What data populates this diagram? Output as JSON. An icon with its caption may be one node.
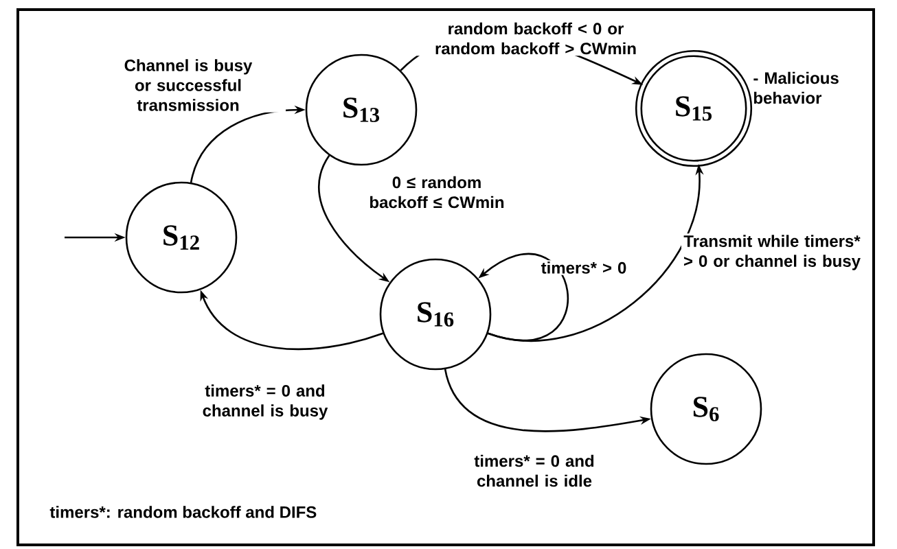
{
  "diagram": {
    "nodes": [
      {
        "text": [
          "S$_{12}$"
        ]
      },
      {
        "text": [
          "S$_{13}$"
        ]
      },
      {
        "text": [
          "S$_{15}$"
        ],
        "beside": [
          "- Malicious behavior"
        ]
      },
      {
        "text": [
          "S$_{16}$"
        ]
      },
      {
        "text": [
          "S$_{6}$"
        ]
      }
    ],
    "edges": [
      {
        "from": null,
        "to": 0,
        "arrow": "to"
      },
      {
        "from": 0,
        "to": 1,
        "arrow": "to",
        "label": "Channel is busy or successful transmission"
      },
      {
        "from": 1,
        "to": 2,
        "arrow": "to",
        "label": "random backoff < 0 or random backoff > CWmin"
      },
      {
        "from": 1,
        "to": 3,
        "arrow": "to",
        "label": "0 ≤ random backoff ≤ CWmin"
      },
      {
        "from": 3,
        "to": 3,
        "arrow": "to",
        "label": "timers* > 0"
      },
      {
        "from": 3,
        "to": 0,
        "arrow": "to",
        "label": "timers* = 0 and channel is busy"
      },
      {
        "from": 3,
        "to": 2,
        "arrow": "to",
        "label": "Transmit while timers* > 0 or channel is busy"
      },
      {
        "from": 3,
        "to": 4,
        "arrow": "to",
        "label": "timers* = 0 and channel is idle"
      }
    ],
    "labels": [
      "timers*: random backoff and DIFS"
    ]
  }
}
